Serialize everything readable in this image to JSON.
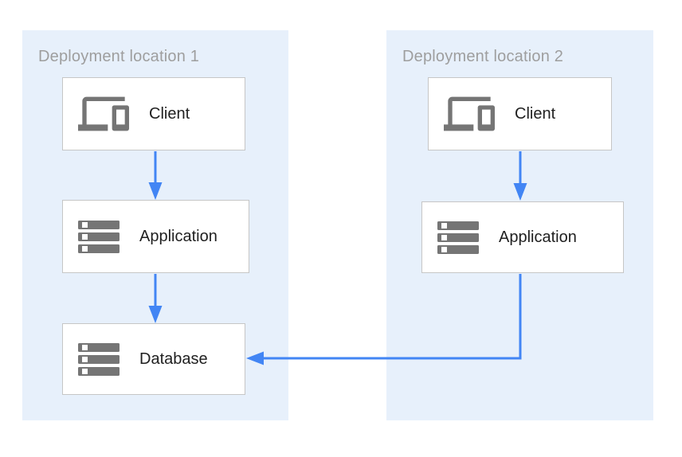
{
  "zones": [
    {
      "title": "Deployment location 1",
      "nodes": [
        {
          "label": "Client",
          "icon": "devices-icon"
        },
        {
          "label": "Application",
          "icon": "server-icon"
        },
        {
          "label": "Database",
          "icon": "server-icon"
        }
      ]
    },
    {
      "title": "Deployment location 2",
      "nodes": [
        {
          "label": "Client",
          "icon": "devices-icon"
        },
        {
          "label": "Application",
          "icon": "server-icon"
        }
      ]
    }
  ],
  "edges": [
    {
      "from": "location-1-client",
      "to": "location-1-application",
      "shape": "straight-down"
    },
    {
      "from": "location-1-application",
      "to": "location-1-database",
      "shape": "straight-down"
    },
    {
      "from": "location-2-client",
      "to": "location-2-application",
      "shape": "straight-down"
    },
    {
      "from": "location-2-application",
      "to": "location-1-database",
      "shape": "elbow-down-left"
    }
  ],
  "colors": {
    "zone_background": "#E7F0FB",
    "arrow_blue": "#4285F4",
    "node_background": "#FFFFFF",
    "node_border": "#C6C6C6",
    "icon_gray": "#757575",
    "zone_title_gray": "#9E9E9E",
    "label_text": "#1F1F1F"
  }
}
